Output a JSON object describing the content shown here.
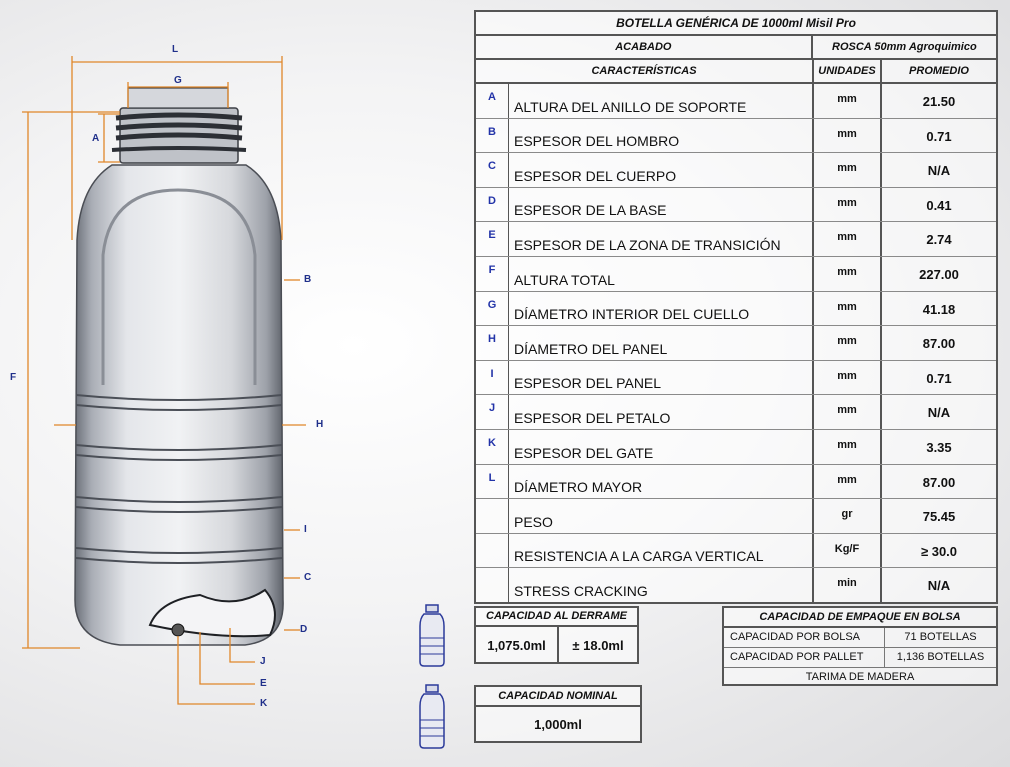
{
  "spec_table": {
    "title": "BOTELLA GENÉRICA DE 1000ml Misil Pro",
    "acabado_label": "ACABADO",
    "acabado_value": "ROSCA 50mm Agroquimico",
    "col_characteristics": "CARACTERÍSTICAS",
    "col_units": "UNIDADES",
    "col_average": "PROMEDIO",
    "rows": [
      {
        "letter": "A",
        "name": "ALTURA DEL ANILLO DE SOPORTE",
        "unit": "mm",
        "value": "21.50"
      },
      {
        "letter": "B",
        "name": "ESPESOR DEL HOMBRO",
        "unit": "mm",
        "value": "0.71"
      },
      {
        "letter": "C",
        "name": "ESPESOR DEL CUERPO",
        "unit": "mm",
        "value": "N/A"
      },
      {
        "letter": "D",
        "name": "ESPESOR DE LA BASE",
        "unit": "mm",
        "value": "0.41"
      },
      {
        "letter": "E",
        "name": "ESPESOR DE LA ZONA DE TRANSICIÓN",
        "unit": "mm",
        "value": "2.74"
      },
      {
        "letter": "F",
        "name": "ALTURA TOTAL",
        "unit": "mm",
        "value": "227.00"
      },
      {
        "letter": "G",
        "name": "DÍAMETRO INTERIOR DEL CUELLO",
        "unit": "mm",
        "value": "41.18"
      },
      {
        "letter": "H",
        "name": "DÍAMETRO DEL PANEL",
        "unit": "mm",
        "value": "87.00"
      },
      {
        "letter": "I",
        "name": "ESPESOR DEL PANEL",
        "unit": "mm",
        "value": "0.71"
      },
      {
        "letter": "J",
        "name": "ESPESOR DEL PETALO",
        "unit": "mm",
        "value": "N/A"
      },
      {
        "letter": "K",
        "name": "ESPESOR DEL GATE",
        "unit": "mm",
        "value": "3.35"
      },
      {
        "letter": "L",
        "name": "DÍAMETRO MAYOR",
        "unit": "mm",
        "value": "87.00"
      },
      {
        "letter": "",
        "name": "PESO",
        "unit": "gr",
        "value": "75.45"
      },
      {
        "letter": "",
        "name": "RESISTENCIA A LA CARGA VERTICAL",
        "unit": "Kg/F",
        "value": "≥ 30.0"
      },
      {
        "letter": "",
        "name": "STRESS CRACKING",
        "unit": "min",
        "value": "N/A"
      }
    ]
  },
  "overflow_capacity": {
    "title": "CAPACIDAD AL DERRAME",
    "value": "1,075.0ml",
    "tolerance": "± 18.0ml"
  },
  "nominal_capacity": {
    "title": "CAPACIDAD NOMINAL",
    "value": "1,000ml"
  },
  "packing": {
    "title": "CAPACIDAD DE EMPAQUE EN BOLSA",
    "rows": [
      {
        "label": "CAPACIDAD POR BOLSA",
        "value": "71 BOTELLAS"
      },
      {
        "label": "CAPACIDAD POR PALLET",
        "value": "1,136 BOTELLAS"
      }
    ],
    "footer": "TARIMA DE MADERA"
  },
  "dimension_labels": {
    "L": "L",
    "G": "G",
    "A": "A",
    "B": "B",
    "F": "F",
    "H": "H",
    "I": "I",
    "C": "C",
    "D": "D",
    "J": "J",
    "E": "E",
    "K": "K"
  },
  "colors": {
    "dimension_line": "#e0872a",
    "label_blue": "#1f2f8a",
    "table_border": "#555555"
  }
}
